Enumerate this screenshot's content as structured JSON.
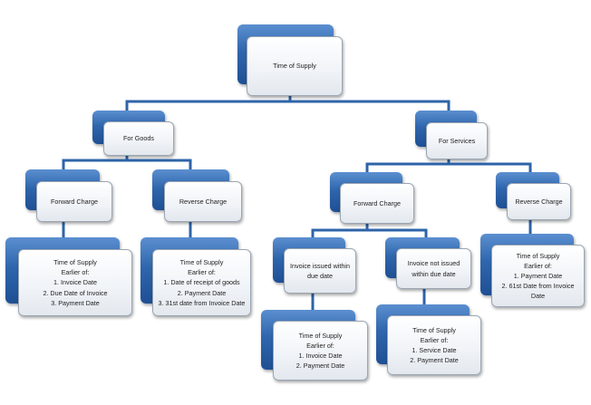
{
  "diagram": {
    "root": {
      "label": "Time of Supply"
    },
    "goods": {
      "label": "For Goods",
      "forward": {
        "label": "Forward Charge",
        "detail": [
          "Time of Supply",
          "Earlier of:",
          "1. Invoice Date",
          "2. Due Date of Invoice",
          "3. Payment Date"
        ]
      },
      "reverse": {
        "label": "Reverse Charge",
        "detail": [
          "Time of Supply",
          "Earlier of:",
          "1. Date of receipt of goods",
          "2. Payment Date",
          "3. 31st date from Invoice Date"
        ]
      }
    },
    "services": {
      "label": "For Services",
      "forward": {
        "label": "Forward Charge",
        "within": {
          "label": "Invoice issued within due date",
          "detail": [
            "Time of Supply",
            "Earlier of:",
            "1. Invoice Date",
            "2. Payment Date"
          ]
        },
        "not_within": {
          "label": "Invoice not issued within due date",
          "detail": [
            "Time of Supply",
            "Earlier of:",
            "1. Service Date",
            "2. Payment Date"
          ]
        }
      },
      "reverse": {
        "label": "Reverse Charge",
        "detail": [
          "Time of Supply",
          "Earlier of:",
          "1. Payment Date",
          "2. 61st Date from Invoice Date"
        ]
      }
    }
  }
}
